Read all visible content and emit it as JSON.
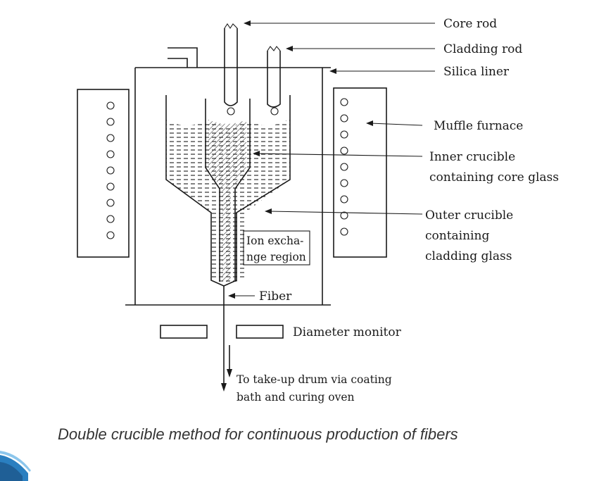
{
  "labels": {
    "core_rod": "Core rod",
    "cladding_rod": "Cladding rod",
    "silica_liner": "Silica liner",
    "muffle_furnace": "Muffle furnace",
    "inner_crucible_1": "Inner crucible",
    "inner_crucible_2": "containing core glass",
    "outer_crucible_1": "Outer crucible",
    "outer_crucible_2": "containing",
    "outer_crucible_3": "cladding glass",
    "ion_exchange_1": "Ion excha-",
    "ion_exchange_2": "nge region",
    "fiber": "Fiber",
    "diameter_monitor": "Diameter monitor",
    "take_up_1": "To take-up drum via coating",
    "take_up_2": "bath and curing oven"
  },
  "caption": "Double crucible method for continuous production of fibers",
  "colors": {
    "ink": "#1a1a1a",
    "caption": "#333333",
    "accent": "#2a7fc0"
  }
}
